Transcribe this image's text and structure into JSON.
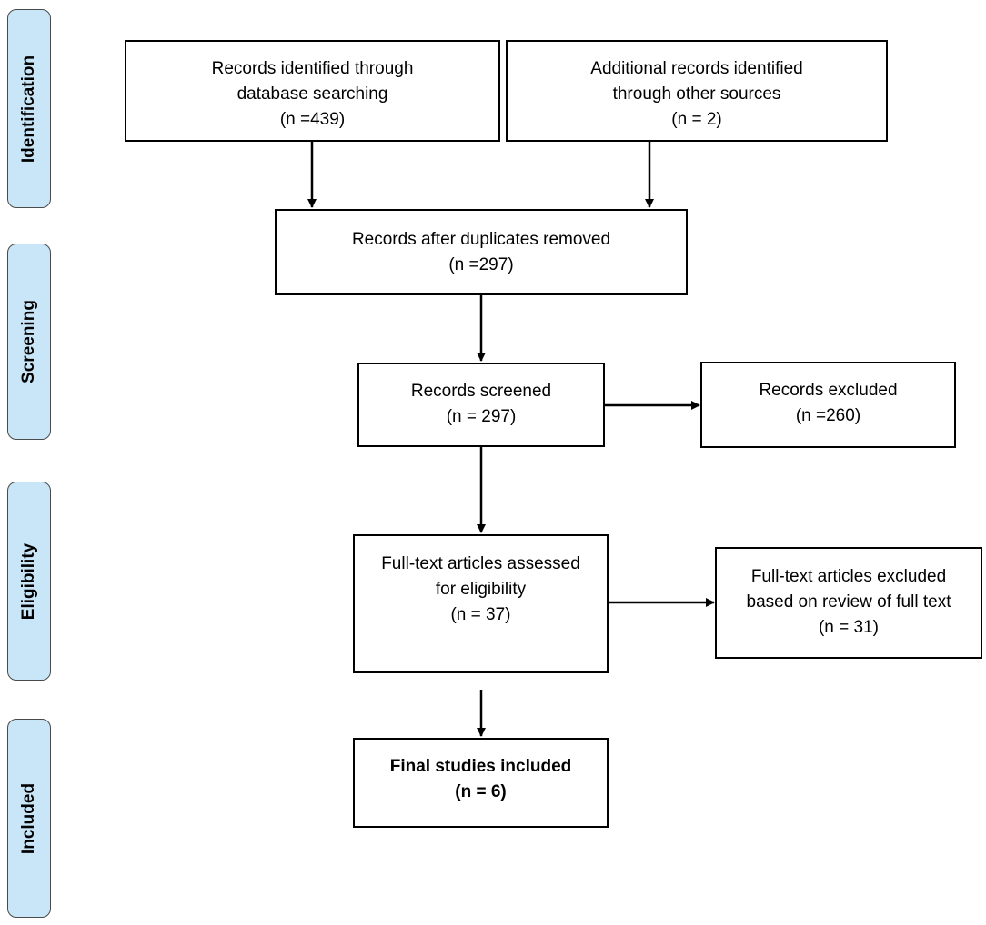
{
  "stages": [
    {
      "id": "identification",
      "label": "Identification"
    },
    {
      "id": "screening",
      "label": "Screening"
    },
    {
      "id": "eligibility",
      "label": "Eligibility"
    },
    {
      "id": "included",
      "label": "Included"
    }
  ],
  "boxes": {
    "db_search": {
      "lines": [
        "Records identified through",
        "database searching",
        "(n =439)"
      ]
    },
    "other_sources": {
      "lines": [
        "Additional records identified",
        "through other sources",
        "(n = 2)"
      ]
    },
    "after_duplicates": {
      "lines": [
        "Records after duplicates removed",
        "(n =297)"
      ]
    },
    "screened": {
      "lines": [
        "Records screened",
        "(n = 297)"
      ]
    },
    "excluded": {
      "lines": [
        "Records excluded",
        "(n =260)"
      ]
    },
    "fulltext_assessed": {
      "lines": [
        "Full-text articles assessed",
        "for eligibility",
        "(n = 37)"
      ]
    },
    "fulltext_excluded": {
      "lines": [
        "Full-text articles excluded",
        "based on review of full text",
        "(n = 31)"
      ]
    },
    "final_included": {
      "lines": [
        "Final studies included",
        "(n = 6)"
      ]
    }
  },
  "colors": {
    "stage_fill": "#c9e6f8",
    "stage_border": "#4a4a4a",
    "box_border": "#000000",
    "arrow": "#000000"
  }
}
